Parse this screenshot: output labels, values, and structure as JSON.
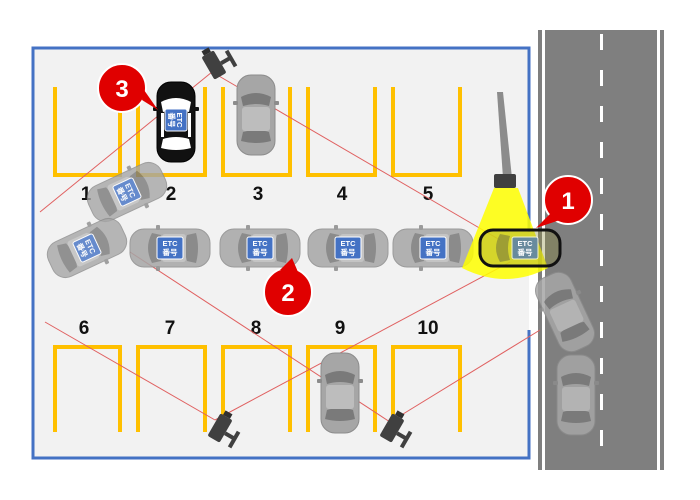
{
  "colors": {
    "background": "#ffffff",
    "lot_floor": "#f2f2f2",
    "lot_border": "#4472c4",
    "parking_line": "#ffc000",
    "road": "#7f7f7f",
    "road_marking": "#ffffff",
    "car_body": "#a6a6a6",
    "car_window": "#767676",
    "car_black": "#111111",
    "etc_tag": "#4472c4",
    "badge_red": "#e00000",
    "camera": "#404040",
    "sight_line": "#e06060",
    "light_beam": "#ffff00"
  },
  "slots": {
    "top": [
      "1",
      "2",
      "3",
      "4",
      "5"
    ],
    "bottom": [
      "6",
      "7",
      "8",
      "9",
      "10"
    ]
  },
  "etc_tag": {
    "line1": "ETC",
    "line2": "番号"
  },
  "badges": [
    "1",
    "2",
    "3"
  ],
  "icons": {
    "camera": "security-camera-icon",
    "gate": "gate-barrier-icon",
    "light": "ceiling-light-icon",
    "car": "car-top-view-icon"
  }
}
